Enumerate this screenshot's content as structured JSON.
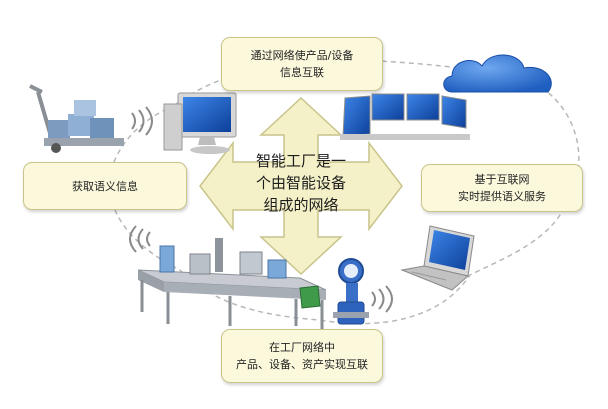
{
  "center": {
    "lines": [
      "智能工厂是一",
      "个由智能设备",
      "组成的网络"
    ]
  },
  "boxes": {
    "top": [
      "通过网络使产品/设备",
      "信息互联"
    ],
    "left": [
      "获取语义信息"
    ],
    "right": [
      "基于互联网",
      "实时提供语义服务"
    ],
    "bottom": [
      "在工厂网络中",
      "产品、设备、资产实现互联"
    ]
  },
  "colors": {
    "box_fill": "#fbf8dc",
    "arrow_fill": "#f4f1c8",
    "cloud": "#2f6fd0",
    "monitor": "#1d5fc4"
  },
  "icons": [
    "hand-truck-icon",
    "desktop-computer-icon",
    "monitors-network-icon",
    "cloud-icon",
    "laptop-icon",
    "flow-meter-icon",
    "production-line-icon",
    "wireless-signal-icon"
  ]
}
